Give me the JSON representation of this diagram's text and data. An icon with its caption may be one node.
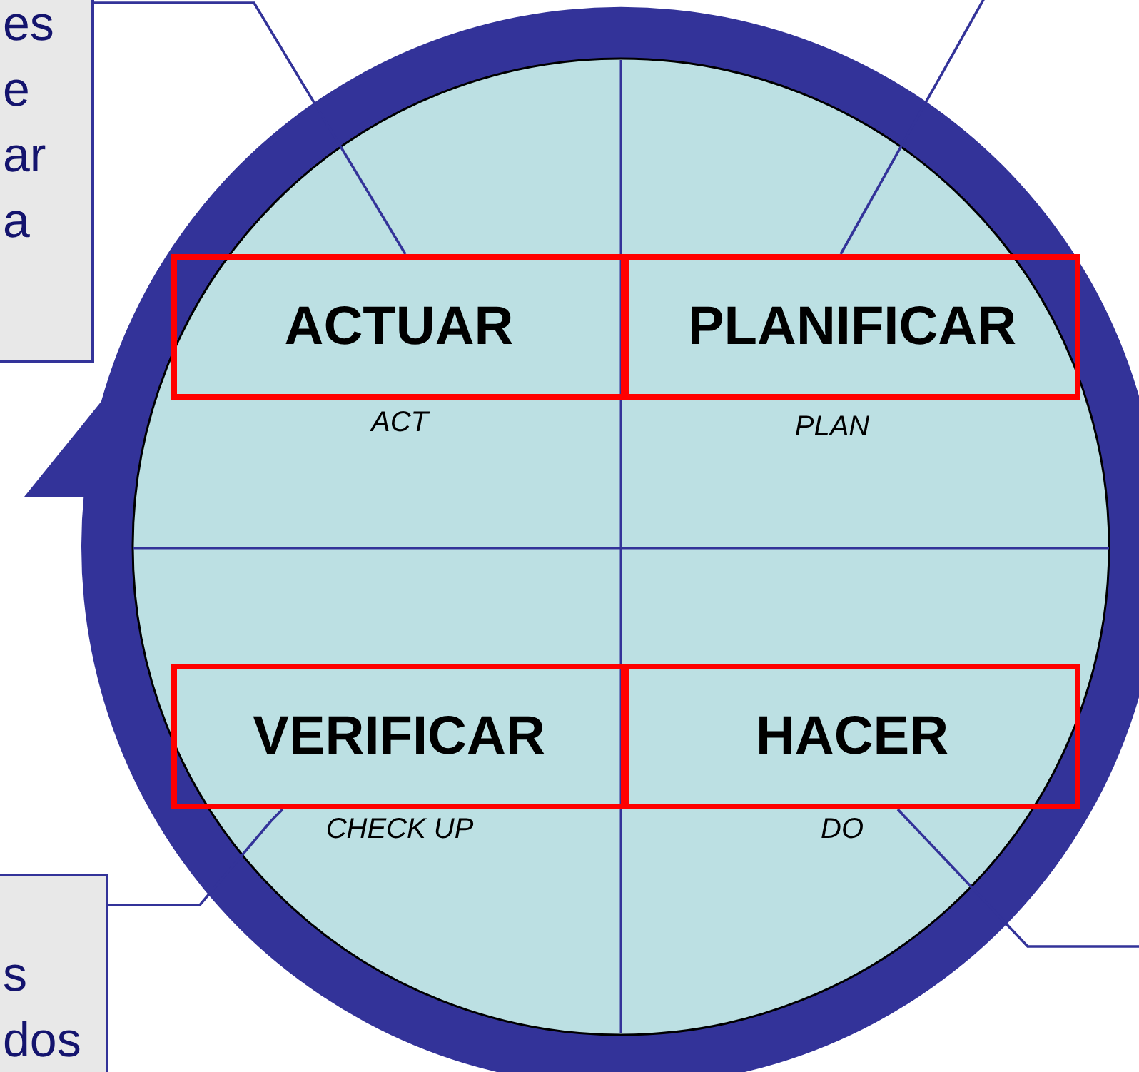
{
  "diagram": {
    "nodes": [
      {
        "text": [
          "es e ar a"
        ]
      },
      {
        "text": [
          "ACTUAR"
        ],
        "beside": [
          "ACT"
        ]
      },
      {
        "text": [
          "PLANIFICAR"
        ],
        "beside": [
          "PLAN"
        ]
      },
      {
        "text": [
          "VERIFICAR"
        ],
        "beside": [
          "CHECK UP"
        ]
      },
      {
        "text": [
          "HACER"
        ],
        "beside": [
          "DO"
        ]
      },
      {
        "text": [
          "s dos"
        ]
      }
    ],
    "edges": [
      {
        "from": 0,
        "to": 1,
        "arrow": "none"
      },
      {
        "from": null,
        "to": 2,
        "arrow": "none"
      },
      {
        "from": 5,
        "to": 3,
        "arrow": "none"
      },
      {
        "from": null,
        "to": 4,
        "arrow": "none"
      }
    ]
  }
}
